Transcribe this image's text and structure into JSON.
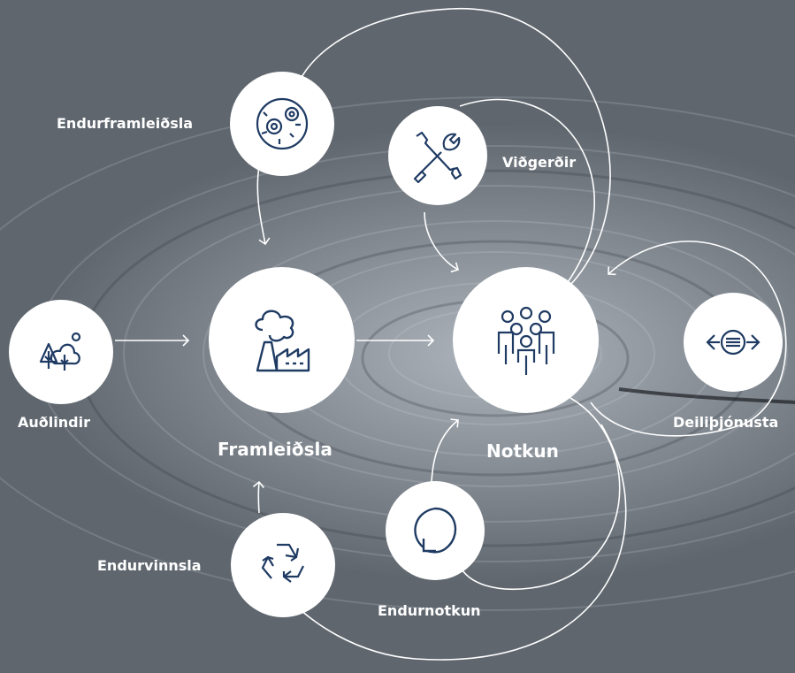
{
  "labels": {
    "resources": "Auðlindir",
    "production": "Framleiðsla",
    "use": "Notkun",
    "remanufacturing": "Endurframleiðsla",
    "repair": "Viðgerðir",
    "sharing": "Deiliþjónusta",
    "reuse": "Endurnotkun",
    "recycling": "Endurvinnsla"
  },
  "colors": {
    "icon": "#1f3b63",
    "node_fill": "#ffffff",
    "arrow": "#ffffff",
    "label": "#ffffff"
  },
  "icons": {
    "resources": "trees-icon",
    "production": "factory-icon",
    "use": "people-group-icon",
    "remanufacturing": "globe-gears-icon",
    "repair": "tools-icon",
    "sharing": "exchange-arrows-icon",
    "reuse": "circular-arrow-icon",
    "recycling": "recycle-icon"
  }
}
